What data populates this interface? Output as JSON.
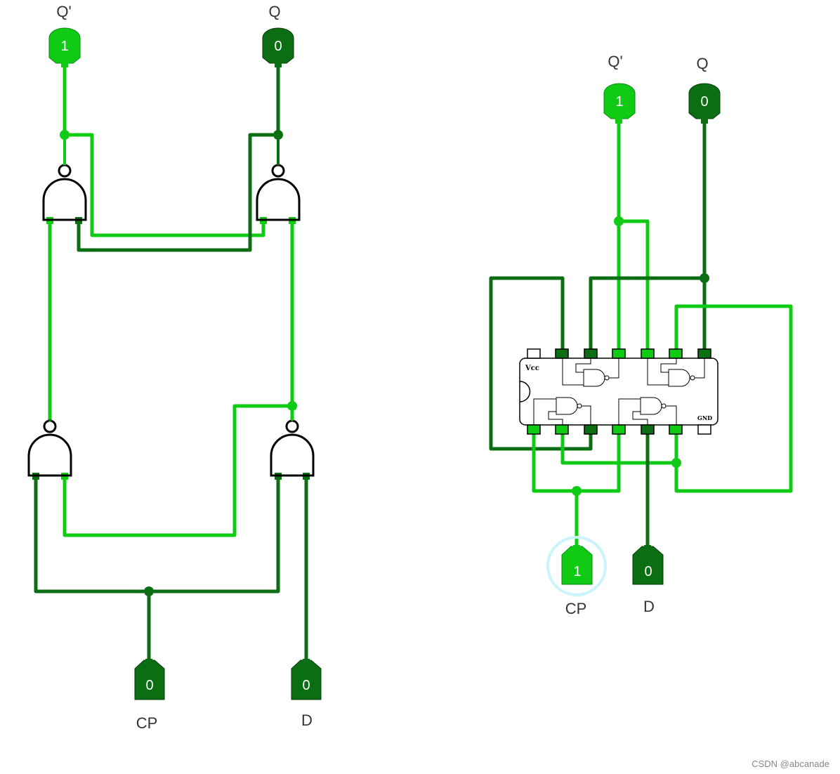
{
  "colors": {
    "on": "#0fcb14",
    "off": "#0b6e12",
    "gate": "#000000",
    "select": "#c9f4fb"
  },
  "left": {
    "out_qbar": {
      "label": "Q'",
      "value": "1"
    },
    "out_q": {
      "label": "Q",
      "value": "0"
    },
    "in_cp": {
      "label": "CP",
      "value": "0"
    },
    "in_d": {
      "label": "D",
      "value": "0"
    }
  },
  "right": {
    "out_qbar": {
      "label": "Q'",
      "value": "1"
    },
    "out_q": {
      "label": "Q",
      "value": "0"
    },
    "in_cp": {
      "label": "CP",
      "value": "1"
    },
    "in_d": {
      "label": "D",
      "value": "0"
    },
    "chip": {
      "vcc": "Vcc",
      "gnd": "GND"
    }
  },
  "watermark": "CSDN @abcanade"
}
